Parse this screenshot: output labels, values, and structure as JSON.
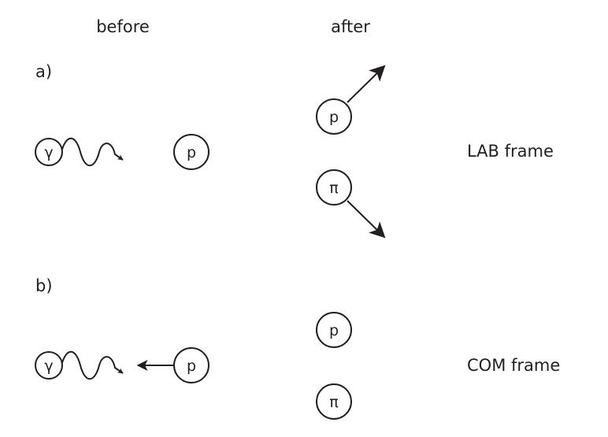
{
  "headers": {
    "before": "before",
    "after": "after"
  },
  "panels": {
    "a": {
      "label": "a)",
      "frame": "LAB frame"
    },
    "b": {
      "label": "b)",
      "frame": "COM frame"
    }
  },
  "particles": {
    "photon": "γ",
    "proton": "p",
    "pion": "π"
  },
  "colors": {
    "ink": "#231f20",
    "background": "#ffffff"
  }
}
